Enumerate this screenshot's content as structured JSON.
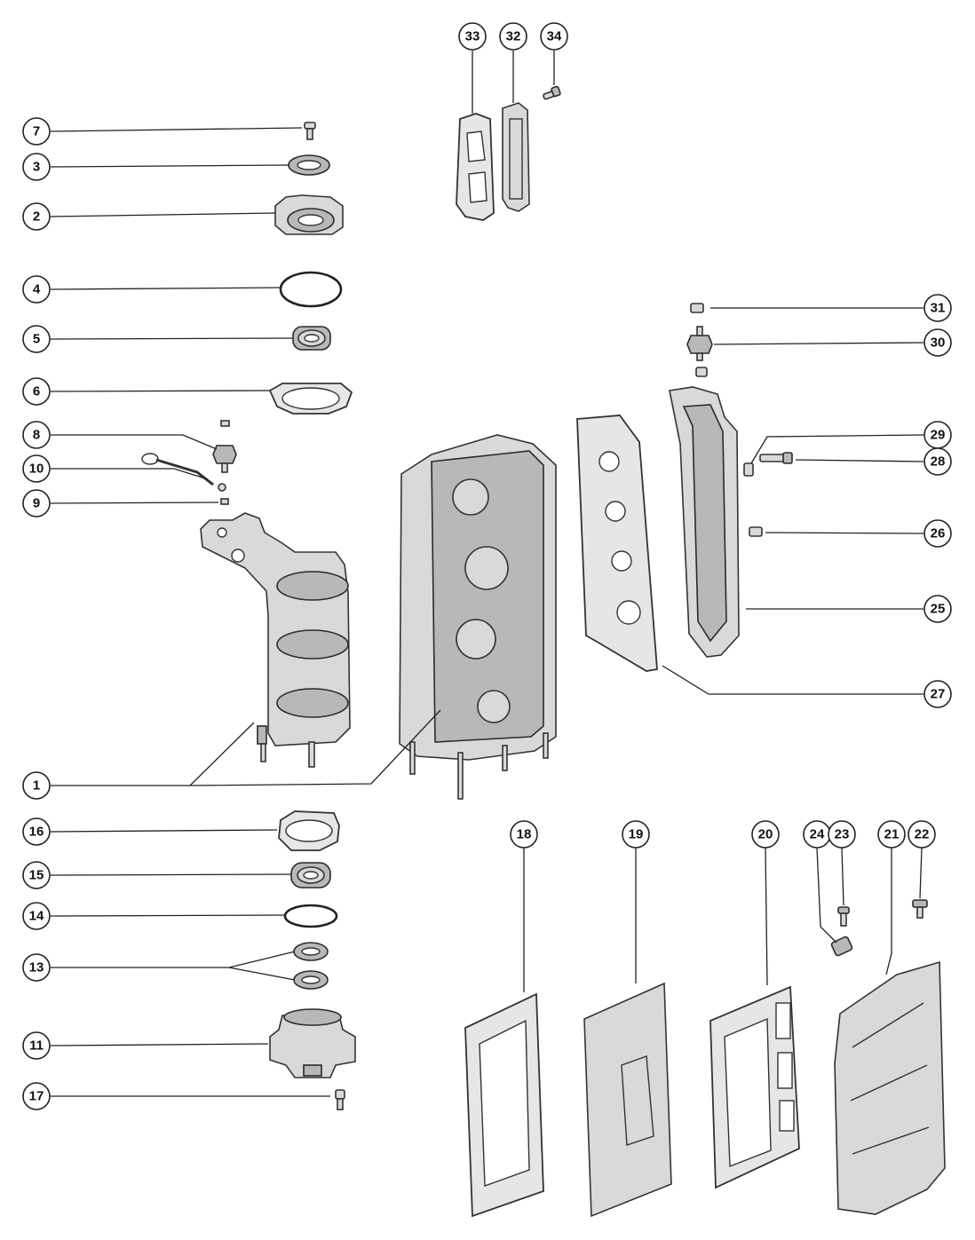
{
  "callouts": [
    {
      "id": "1"
    },
    {
      "id": "2"
    },
    {
      "id": "3"
    },
    {
      "id": "4"
    },
    {
      "id": "5"
    },
    {
      "id": "6"
    },
    {
      "id": "7"
    },
    {
      "id": "8"
    },
    {
      "id": "9"
    },
    {
      "id": "10"
    },
    {
      "id": "11"
    },
    {
      "id": "13"
    },
    {
      "id": "14"
    },
    {
      "id": "15"
    },
    {
      "id": "16"
    },
    {
      "id": "17"
    },
    {
      "id": "18"
    },
    {
      "id": "19"
    },
    {
      "id": "20"
    },
    {
      "id": "21"
    },
    {
      "id": "22"
    },
    {
      "id": "23"
    },
    {
      "id": "24"
    },
    {
      "id": "25"
    },
    {
      "id": "26"
    },
    {
      "id": "27"
    },
    {
      "id": "28"
    },
    {
      "id": "29"
    },
    {
      "id": "30"
    },
    {
      "id": "31"
    },
    {
      "id": "32"
    },
    {
      "id": "33"
    },
    {
      "id": "34"
    }
  ],
  "colors": {
    "line": "#222222",
    "part_fill": "#d9d9d9",
    "background": "#ffffff"
  }
}
